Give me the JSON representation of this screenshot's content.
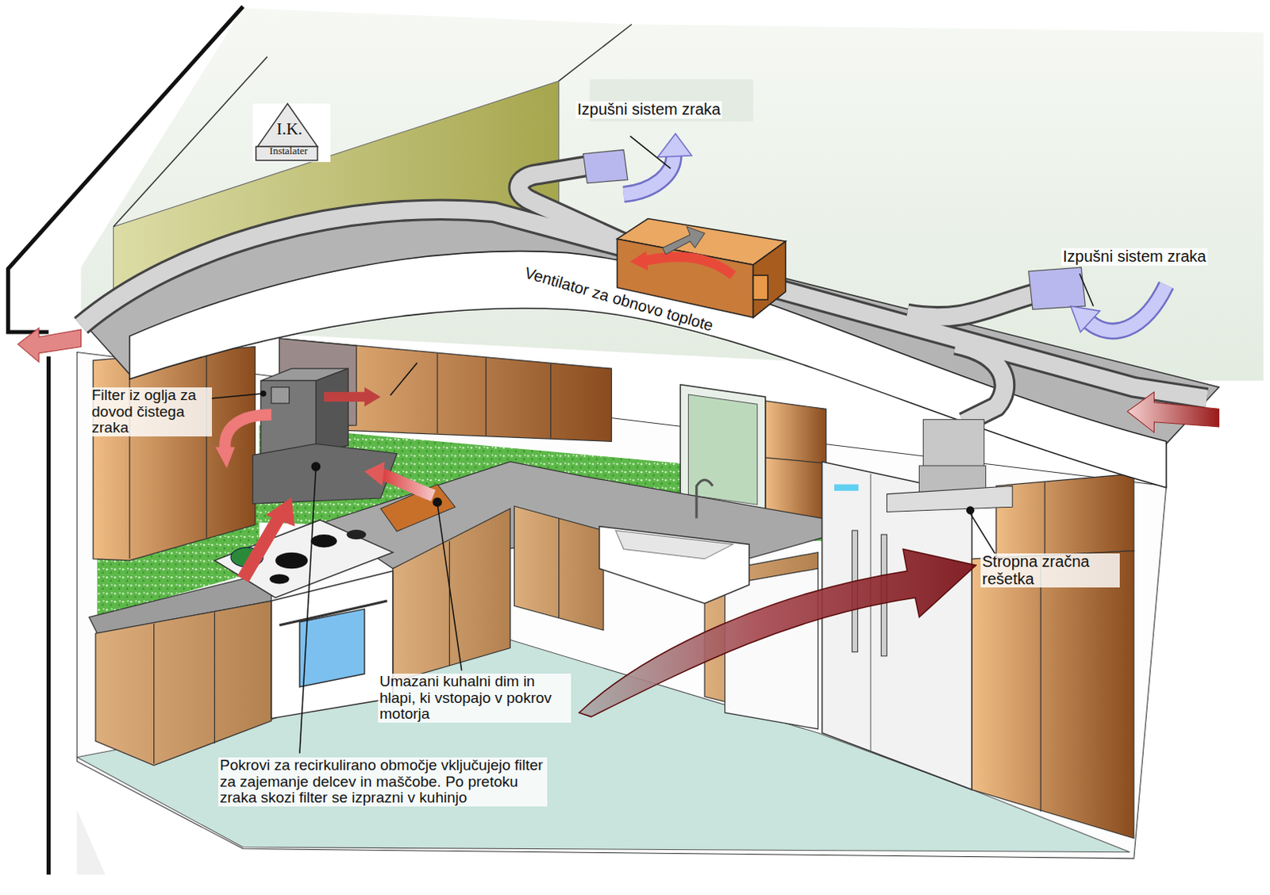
{
  "diagram": {
    "labels": [
      "I.K.",
      "Instalater",
      "Izpušni sistem zraka",
      "Izpušni sistem zraka",
      "Ventilator za obnovo toplote",
      "Filter iz oglja za dovod čistega zraka",
      "Stropna zračna rešetka",
      "Umazani kuhalni dim in hlapi, ki vstopajo v pokrov motorja",
      "Pokrovi za recirkulirano območje vključujejo filter za zajemanje delcev in maščobe. Po pretoku zraka skozi filter se izprazni v kuhinjo"
    ]
  }
}
